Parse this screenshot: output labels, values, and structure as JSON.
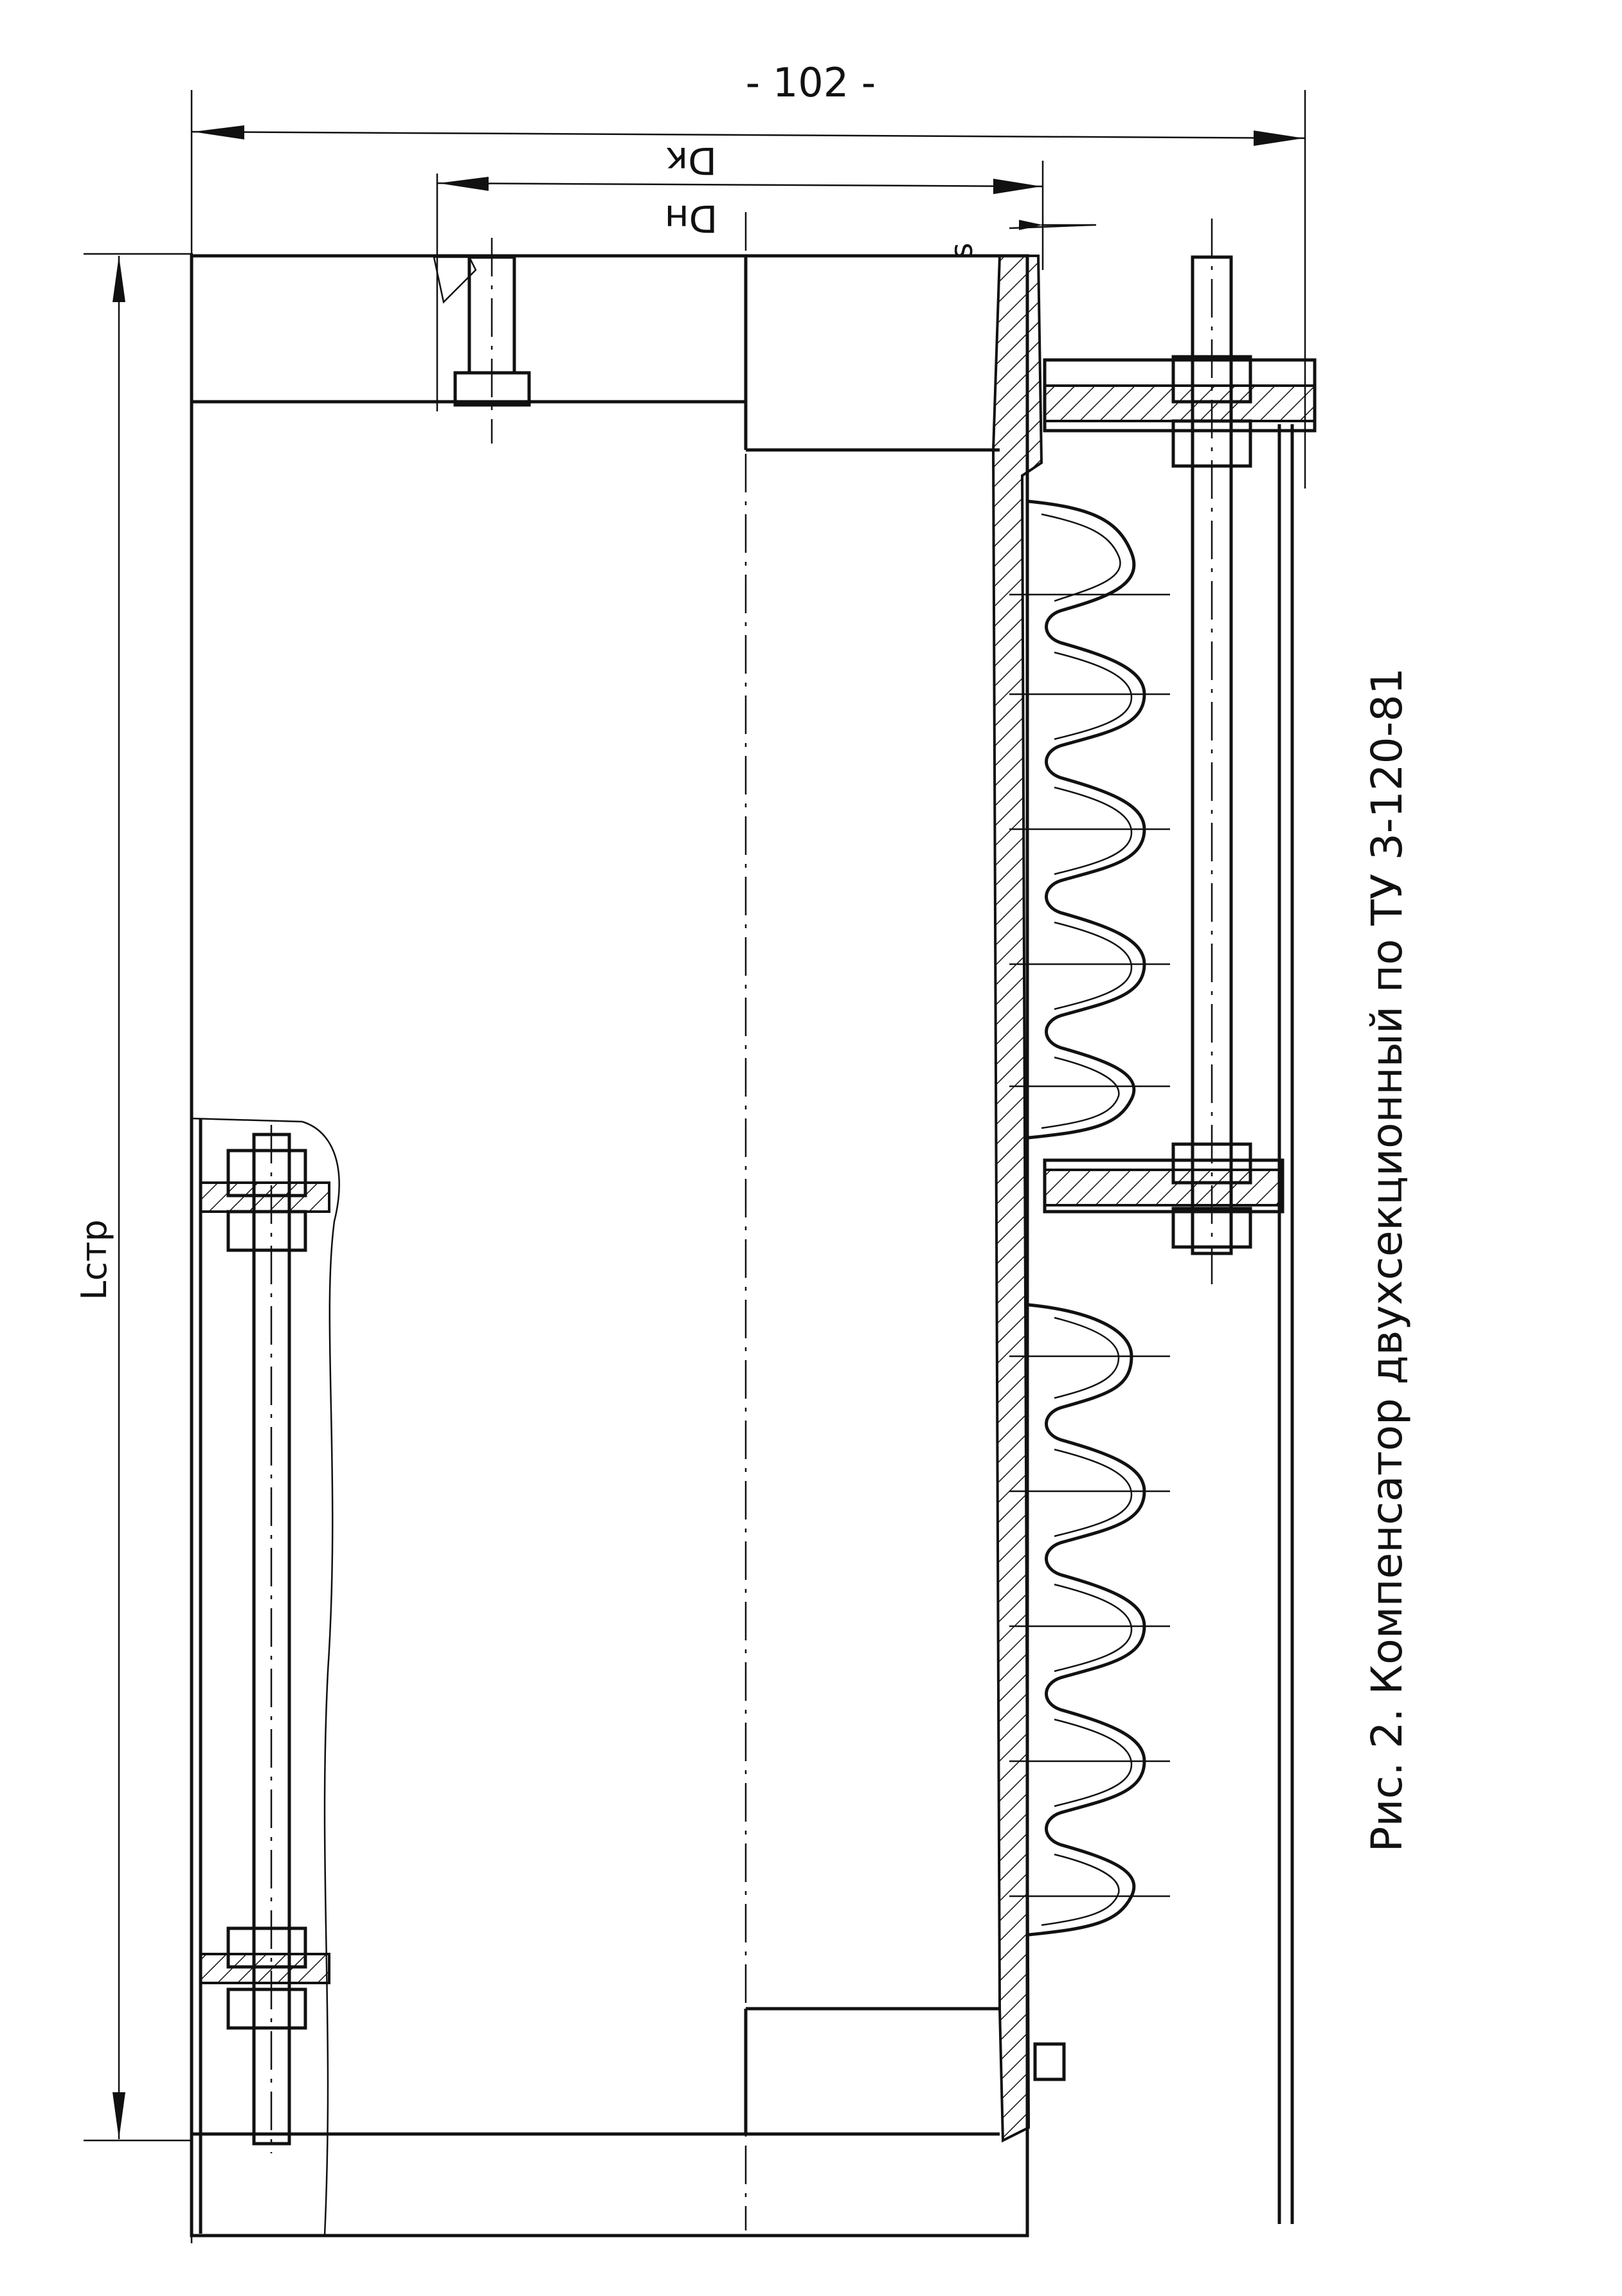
{
  "page_number": "- 102 -",
  "caption": "Рис. 2. Компенсатор двухсекционный по ТУ 3-120-81",
  "dimensions": {
    "outer_diameter": "Dк",
    "inner_diameter": "Dн",
    "wall_thickness": "s",
    "length": "Lстр"
  }
}
